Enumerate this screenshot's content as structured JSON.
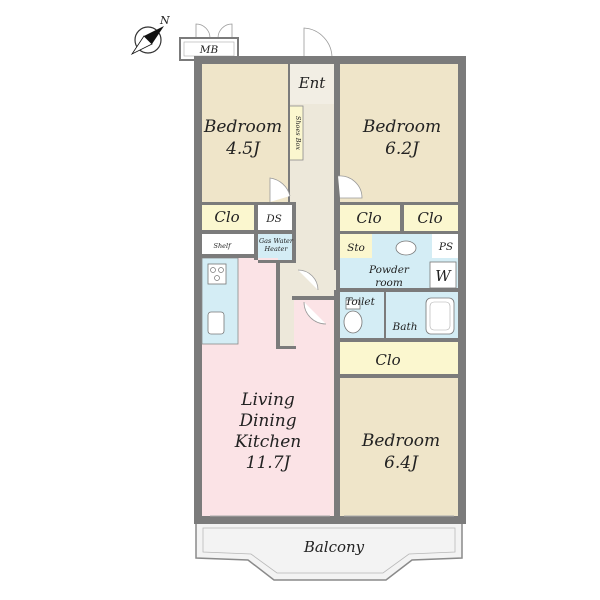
{
  "compass": {
    "north_label": "N",
    "icon": "compass-icon"
  },
  "rooms": {
    "meter_box": "MB",
    "entrance": "Ent",
    "shoes_box": "Shoes Box",
    "bedroom_nw": {
      "name": "Bedroom",
      "size": "4.5J"
    },
    "bedroom_ne": {
      "name": "Bedroom",
      "size": "6.2J"
    },
    "bedroom_se": {
      "name": "Bedroom",
      "size": "6.4J"
    },
    "closet_w": "Clo",
    "closet_ne_1": "Clo",
    "closet_ne_2": "Clo",
    "closet_se": "Clo",
    "ds": "DS",
    "shelf": "Shelf",
    "heater": {
      "line1": "Gas Water",
      "line2": "Heater"
    },
    "storage": "Sto",
    "ps": "PS",
    "powder": {
      "line1": "Powder",
      "line2": "room"
    },
    "washer": "W",
    "toilet": "Toilet",
    "bath": "Bath",
    "ldk": {
      "line1": "Living",
      "line2": "Dining",
      "line3": "Kitchen",
      "line4": "11.7J"
    },
    "balcony": "Balcony"
  },
  "colors": {
    "bedroom": "#EFE5C9",
    "living": "#FBE3E6",
    "closet": "#FBF7CF",
    "wet_area": "#D4EDF5",
    "corridor": "#EDE8DA",
    "wall": "#7B7B7B",
    "balcony": "#F3F3F3"
  }
}
